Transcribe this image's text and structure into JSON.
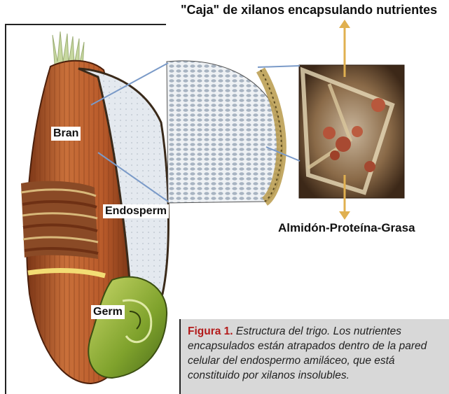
{
  "labels": {
    "top_title": "\"Caja\" de xilanos encapsulando nutrientes",
    "bottom_title": "Almidón-Proteína-Grasa",
    "bran": "Bran",
    "endosperm": "Endosperm",
    "germ": "Germ"
  },
  "caption": {
    "figure": "Figura 1.",
    "text": "Estructura del trigo. Los nutrientes encapsulados están atrapados dentro de la pared celular del endospermo amiláceo, que está constituido por xilanos insolubles."
  },
  "colors": {
    "bran": "#b85a2a",
    "endosperm": "#dfe6ee",
    "germ": "#9ab83a",
    "arrow": "#e0b050",
    "leader": "#7a9ac8",
    "caption_figure": "#b31a1a"
  }
}
